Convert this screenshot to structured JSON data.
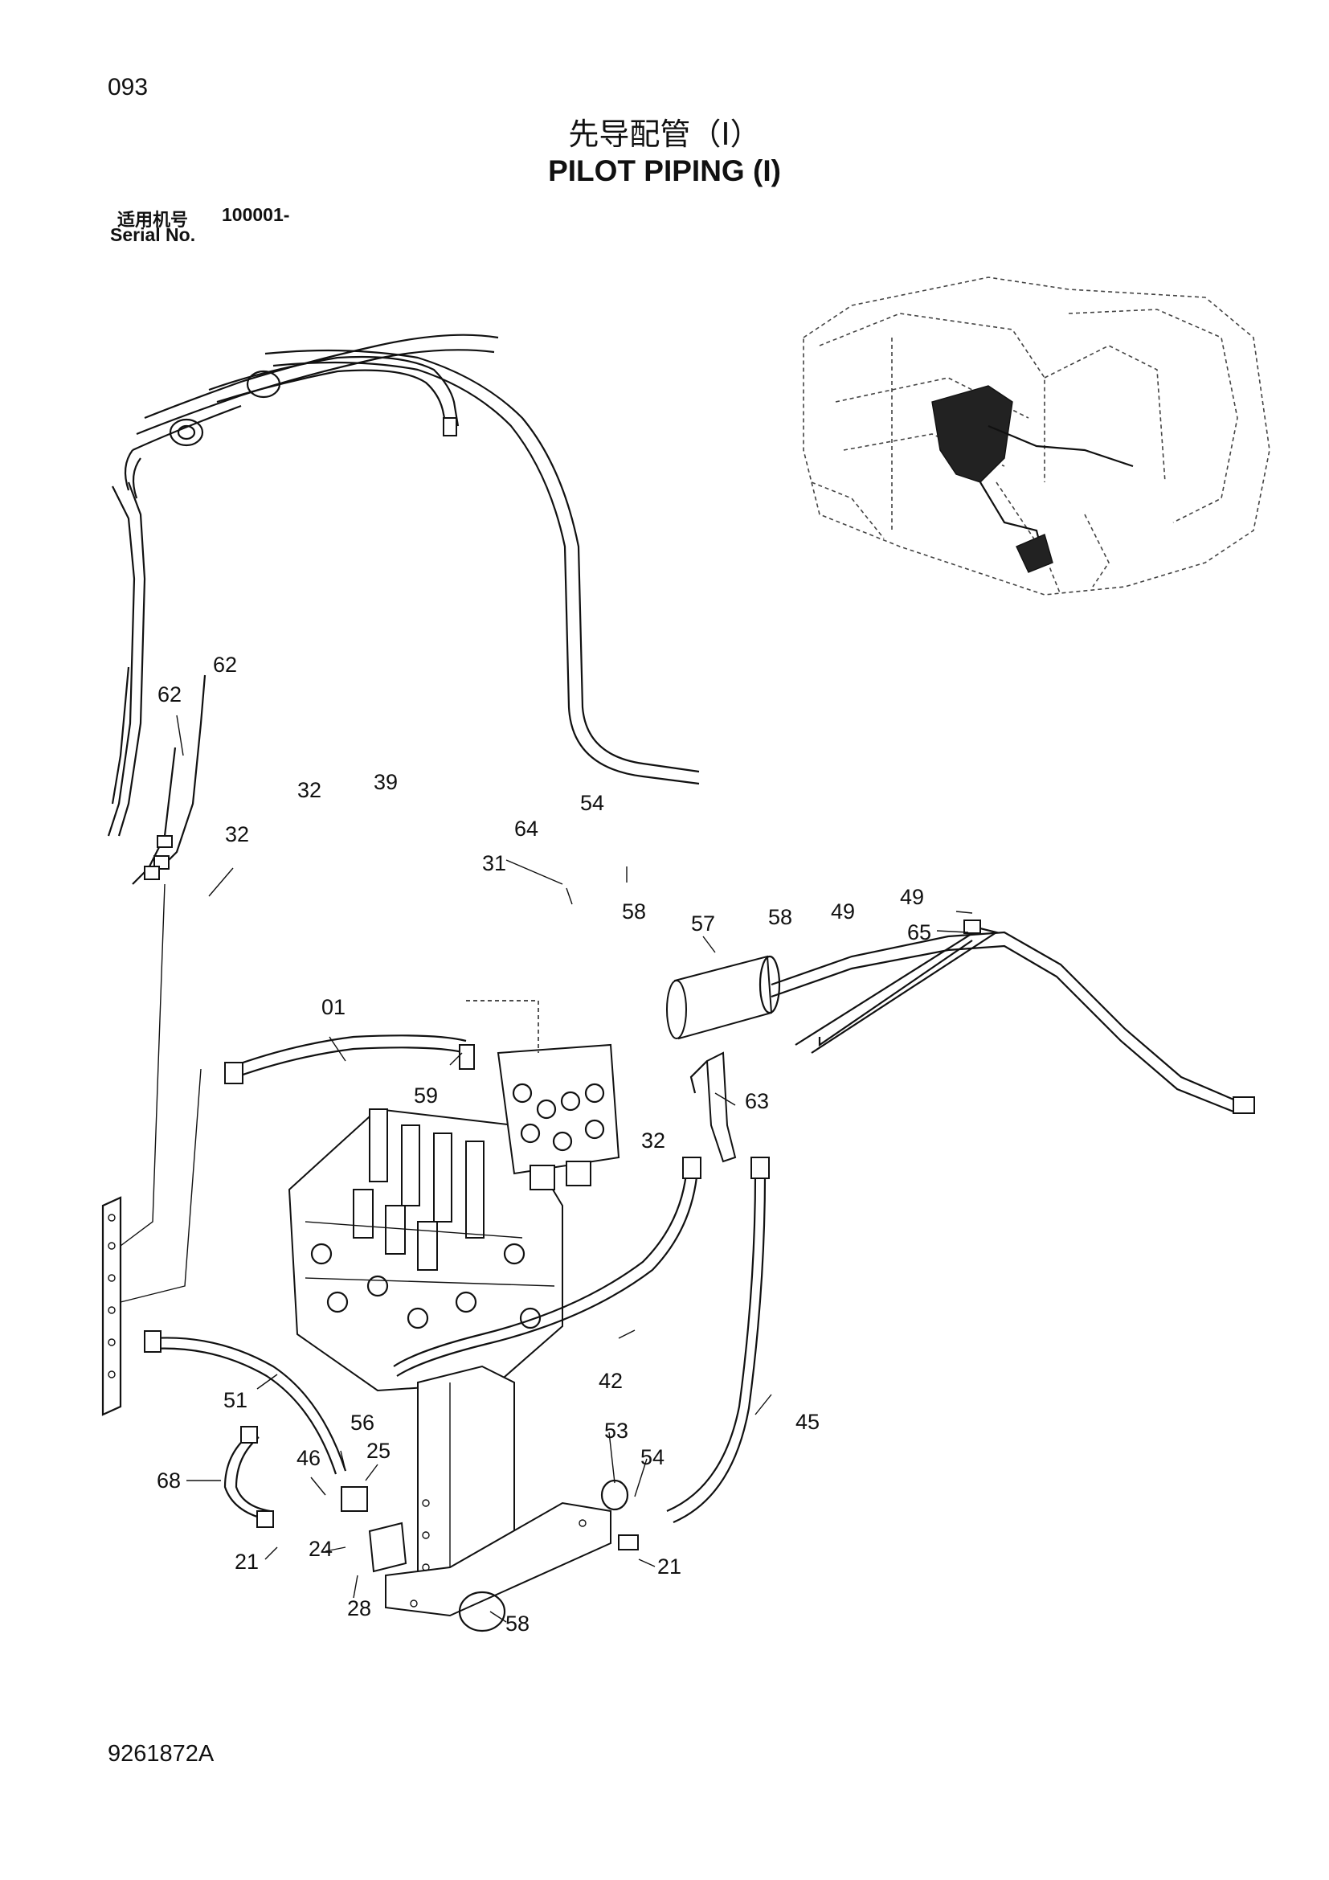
{
  "header": {
    "page_number": "093",
    "title_cn": "先导配管（I）",
    "title_en": "PILOT PIPING (I)",
    "serial_label_cn": "适用机号",
    "serial_range": "100001-",
    "serial_label_en": "Serial No."
  },
  "footer": {
    "document_number": "9261872A"
  },
  "callouts": [
    "62",
    "62",
    "32",
    "32",
    "39",
    "54",
    "64",
    "31",
    "57",
    "58",
    "58",
    "49",
    "49",
    "65",
    "01",
    "59",
    "63",
    "32",
    "42",
    "45",
    "51",
    "56",
    "25",
    "46",
    "68",
    "53",
    "54",
    "21",
    "24",
    "21",
    "28",
    "58"
  ]
}
